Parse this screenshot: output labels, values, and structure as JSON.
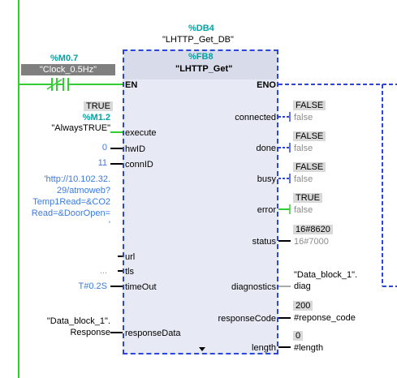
{
  "db_address": "%DB4",
  "db_name": "\"LHTTP_Get_DB\"",
  "fb_address": "%FB8",
  "fb_name": "\"LHTTP_Get\"",
  "contact": {
    "address": "%M0.7",
    "name": "\"Clock_0.5Hz\""
  },
  "inputs": {
    "en": "EN",
    "execute": {
      "label": "execute",
      "value": "TRUE",
      "address": "%M1.2",
      "tag": "\"AlwaysTRUE\""
    },
    "hwID": {
      "label": "hwID",
      "value": "0"
    },
    "connID": {
      "label": "connID",
      "value": "11"
    },
    "url": {
      "label": "url",
      "lines": [
        "'http://10.102.32.",
        "29/atmoweb?",
        "Temp1Read=&CO2",
        "Read=&DoorOpen=",
        "'"
      ]
    },
    "tls": {
      "label": "tls",
      "value": "..."
    },
    "timeOut": {
      "label": "timeOut",
      "value": "T#0.2S"
    },
    "responseData": {
      "label": "responseData",
      "value_line1": "\"Data_block_1\".",
      "value_line2": "Response"
    }
  },
  "outputs": {
    "eno": "ENO",
    "connected": {
      "label": "connected",
      "status": "FALSE",
      "tag": "false"
    },
    "done": {
      "label": "done",
      "status": "FALSE",
      "tag": "false"
    },
    "busy": {
      "label": "busy",
      "status": "FALSE",
      "tag": "false"
    },
    "error": {
      "label": "error",
      "status": "TRUE",
      "tag": "false"
    },
    "status": {
      "label": "status",
      "value": "16#8620",
      "tag": "16#7000"
    },
    "diagnostics": {
      "label": "diagnostics",
      "value_line1": "\"Data_block_1\".",
      "value_line2": "diag"
    },
    "responseCode": {
      "label": "responseCode",
      "value": "200",
      "tag": "#reponse_code"
    },
    "length": {
      "label": "length",
      "value": "0",
      "tag": "#length"
    }
  },
  "colors": {
    "power_rail": "#33cc33",
    "block_border": "#2b45e0",
    "teal": "#00a3a3",
    "blue": "#3c79e0"
  }
}
